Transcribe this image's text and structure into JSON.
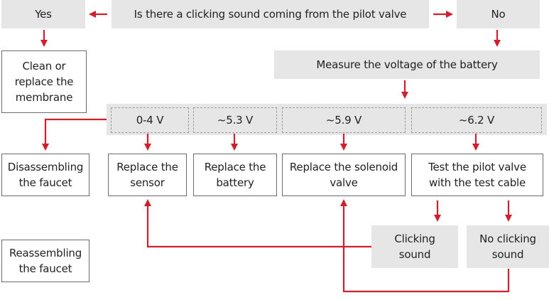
{
  "colors": {
    "arrow": "#d0202f",
    "gray_fill": "#e6e6e6",
    "border": "#6b6b6b"
  },
  "nodes": {
    "question": "Is there a clicking sound coming from the pilot valve",
    "yes": "Yes",
    "no": "No",
    "clean_membrane": "Clean or\nreplace the\nmembrane",
    "measure_voltage": "Measure the voltage of the battery",
    "v_0_4": "0-4 V",
    "v_5_3": "~5.3 V",
    "v_5_9": "~5.9 V",
    "v_6_2": "~6.2 V",
    "disassembling": "Disassembling\nthe faucet",
    "replace_sensor": "Replace the\nsensor",
    "replace_battery": "Replace the\nbattery",
    "replace_solenoid": "Replace the solenoid\nvalve",
    "test_pilot": "Test the pilot valve\nwith the test cable",
    "clicking_sound": "Clicking\nsound",
    "no_clicking_sound": "No clicking\nsound",
    "reassembling": "Reassembling\nthe faucet"
  }
}
